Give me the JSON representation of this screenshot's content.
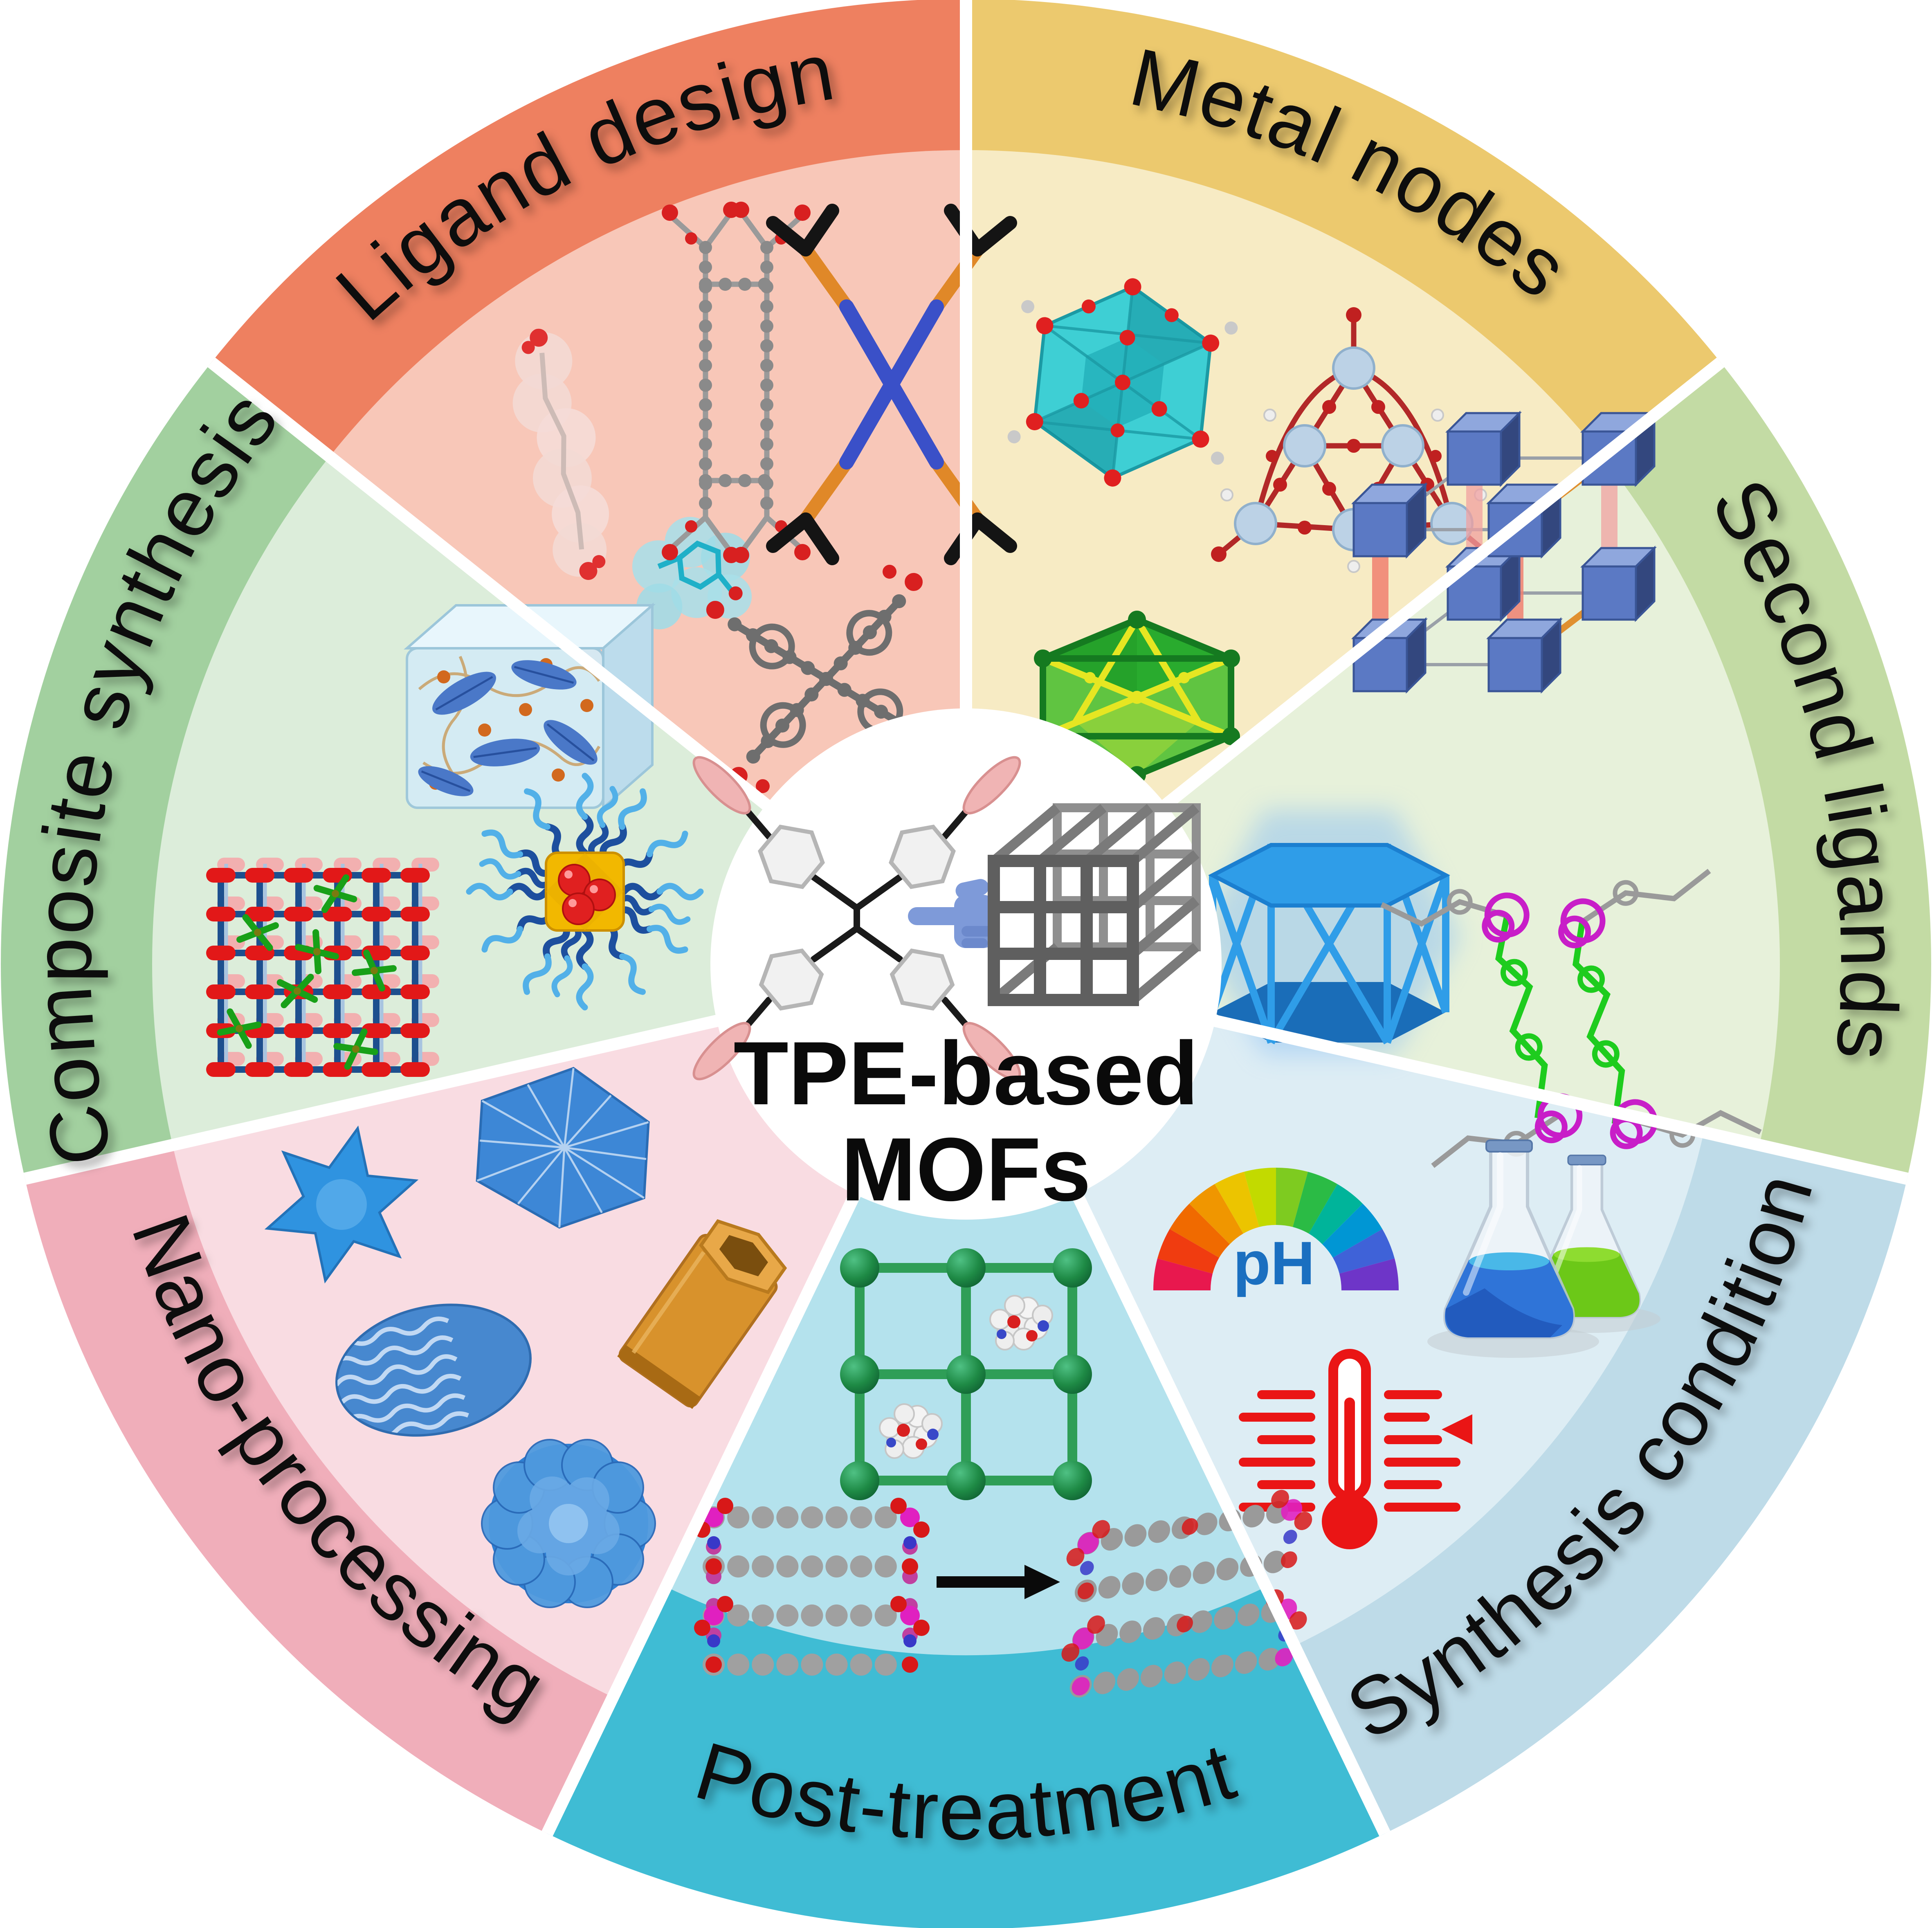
{
  "figure": {
    "type": "seven-sector wheel diagram",
    "description": "Strategies wheel around TPE-based MOFs"
  },
  "center": {
    "title_line1": "TPE-based",
    "title_line2": "MOFs",
    "hand_icon": "backhand-index-pointing-left",
    "molecule_icon": "tpe-molecule",
    "cage_icon": "mof-cube-cage"
  },
  "sectors": {
    "metal_nodes": {
      "label": "Metal nodes",
      "ring": "#ecc96e",
      "fill": "#f7ebc4",
      "items": [
        "cyan-polyhedral-cluster",
        "ball-stick-metal-cluster",
        "green-yellow-cage"
      ]
    },
    "second_ligands": {
      "label": "Second ligands",
      "ring": "#c3dba4",
      "fill": "#e7f1da",
      "items": [
        "blue-cube-lattice",
        "blue-drum-cage",
        "green-magenta-cage-molecule"
      ]
    },
    "synthesis_condition": {
      "label": "Synthesis condition",
      "ring": "#bedbe8",
      "fill": "#ddedf4",
      "items": [
        "ph-gauge",
        "flasks",
        "thermometer-icon"
      ]
    },
    "post_treatment": {
      "label": "Post-treatment",
      "ring": "#3fbcd4",
      "fill": "#b4e2ed",
      "items": [
        "green-grid-with-guests",
        "mof-transformation-arrow"
      ]
    },
    "nano_processing": {
      "label": "Nano-processing",
      "ring": "#f0aeba",
      "fill": "#f9dce2",
      "items": [
        "blue-star",
        "blue-urchin-disc",
        "hex-tube",
        "ruffled-ellipsoid",
        "pompom-sphere"
      ]
    },
    "composite_synthesis": {
      "label": "Composite synthesis",
      "ring": "#a2d09f",
      "fill": "#dcedda",
      "items": [
        "hydrogel-ice-cube",
        "micelle",
        "membrane-grid"
      ]
    },
    "ligand_design": {
      "label": "Ligand design",
      "ring": "#ee8060",
      "fill": "#f8c7b8",
      "items": [
        "surface-molecule",
        "h-shaped-ligand",
        "x-stick-ligand",
        "tpe-carboxylate-ligand"
      ]
    }
  },
  "ph_gauge": {
    "label": "pH",
    "label_color": "#1a6fc0"
  },
  "text_color": "#0c0c0c"
}
